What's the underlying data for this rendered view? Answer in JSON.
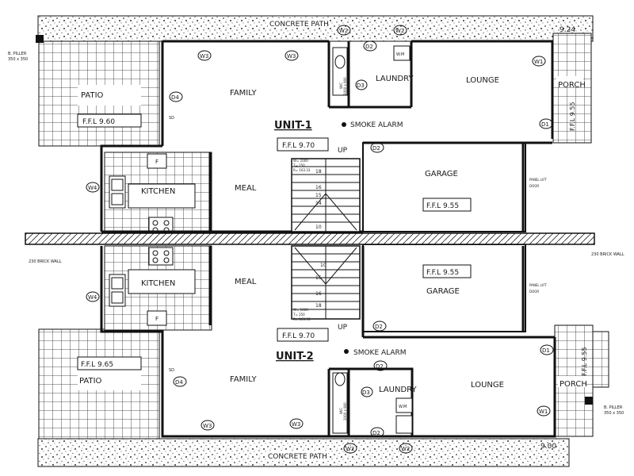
{
  "rooms": {
    "u1_family": "FAMILY",
    "u1_patio": "PATIO",
    "u1_laundry": "LAUNDRY",
    "u1_lounge": "LOUNGE",
    "u1_porch": "PORCH",
    "u1_kitchen": "KITCHEN",
    "u1_meal": "MEAL",
    "u1_garage": "GARAGE",
    "u2_family": "FAMILY",
    "u2_patio": "PATIO",
    "u2_laundry": "LAUNDRY",
    "u2_lounge": "LOUNGE",
    "u2_porch": "PORCH",
    "u2_kitchen": "KITCHEN",
    "u2_meal": "MEAL",
    "u2_garage": "GARAGE"
  },
  "units": {
    "u1": "UNIT-1",
    "u2": "UNIT-2"
  },
  "levels": {
    "u1_patio": "F.F.L 9.60",
    "u1_main": "F.F.L 9.70",
    "u1_garage": "F.F.L 9.55",
    "u1_porch": "F.F.L 9.55",
    "u2_patio": "F.F.L 9.65",
    "u2_main": "F.F.L 9.70",
    "u2_garage": "F.F.L 9.55",
    "u2_porch": "F.F.L 9.55",
    "corner_top": "9.24",
    "corner_bottom": "9.00"
  },
  "paths": {
    "top": "CONCRETE PATH",
    "bottom": "CONCRETE PATH"
  },
  "notes": {
    "smoke_alarm_1": "SMOKE ALARM",
    "smoke_alarm_2": "SMOKE ALARM",
    "brick_wall_left": "230 BRICK WALL",
    "brick_wall_right": "230 BRICK WALL",
    "pillar_top": "B. PILLER",
    "pillar_top_size": "350 x 350",
    "pillar_bottom": "B. PILLER",
    "pillar_bottom_size": "350 x 350",
    "garage_door_1": "PANEL LIFT",
    "garage_door_1b": "DOOR",
    "garage_door_2": "PANEL LIFT",
    "garage_door_2b": "DOOR",
    "sd1": "SD",
    "sd2": "SD",
    "up1": "UP",
    "up2": "UP",
    "wm1": "W.M",
    "wm2": "W.M",
    "wc1": "W/C",
    "wc2": "W/C",
    "wcsize1": "2000 x 900",
    "wcsize2": "2000 x 900",
    "f1": "F",
    "f2": "F"
  },
  "stair1": {
    "w": "W= 1000",
    "t": "T= 250",
    "r": "R= 163.33"
  },
  "stair2": {
    "w": "W= 1000",
    "t": "T= 250",
    "r": "R= 163.33"
  },
  "steps1": [
    "18",
    "16",
    "15",
    "14",
    "10"
  ],
  "steps2": [
    "10",
    "15",
    "16",
    "18"
  ],
  "tags": {
    "u1_w3a": "W3",
    "u1_w3b": "W3",
    "u1_w2a": "W2",
    "u1_w2b": "W2",
    "u1_d2a": "D2",
    "u1_d3": "D3",
    "u1_w1": "W1",
    "u1_d4": "D4",
    "u1_d1": "D1",
    "u1_d2b": "D2",
    "u1_w4": "W4",
    "u2_w3a": "W3",
    "u2_w3b": "W3",
    "u2_w2a": "W2",
    "u2_w2b": "W2",
    "u2_d2a": "D2",
    "u2_d3": "D3",
    "u2_w1": "W1",
    "u2_d4": "D4",
    "u2_d1": "D1",
    "u2_d2b": "D2",
    "u2_d2c": "D2",
    "u2_w4": "W4"
  }
}
